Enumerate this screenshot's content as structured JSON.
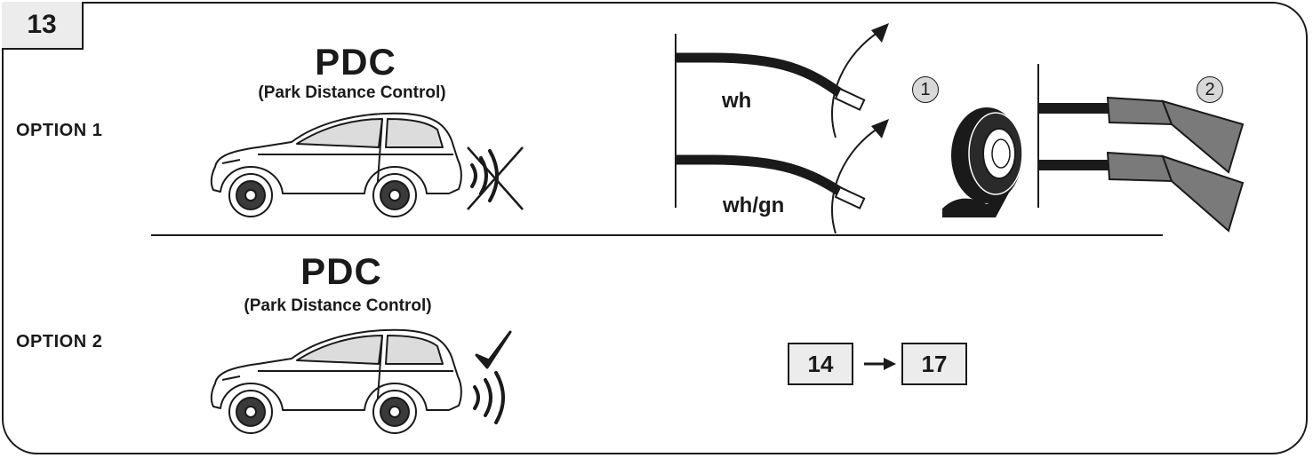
{
  "step": {
    "number": "13"
  },
  "option1": {
    "label": "OPTION 1",
    "title": "PDC",
    "subtitle": "(Park Distance Control)",
    "wires": {
      "top_label": "wh",
      "bottom_label": "wh/gn"
    },
    "markers": {
      "tape": "1",
      "wrapped": "2"
    },
    "sensor_status": "crossed-out"
  },
  "option2": {
    "label": "OPTION 2",
    "title": "PDC",
    "subtitle": "(Park Distance Control)",
    "sensor_status": "check",
    "reference": {
      "from_step": "14",
      "to_step": "17"
    }
  },
  "icons": [
    "car-icon",
    "sensor-waves-icon",
    "cross-icon",
    "check-icon",
    "arrow-icon",
    "insulating-tape-icon"
  ],
  "colors": {
    "line": "#1a1a1a",
    "box_fill": "#ececec",
    "tape_grey": "#7a7a7a"
  }
}
